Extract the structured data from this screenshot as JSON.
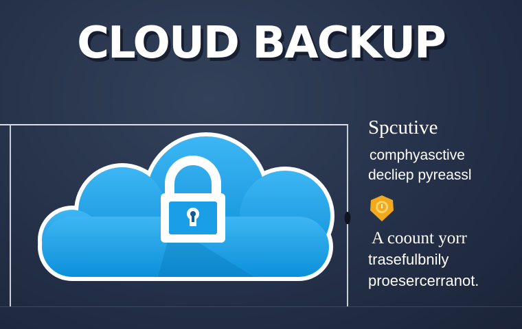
{
  "header": {
    "title": "CLOUD BACKUP"
  },
  "side_panel": {
    "heading": "Spcutive",
    "line1": "comphyasctive",
    "line2": "decliep pyreassl",
    "line3": "A coount yorr",
    "line4": "trasefulbnily",
    "line5": "proesercerranot."
  },
  "icons": {
    "cloud": "cloud-icon",
    "lock": "padlock-icon",
    "badge": "shield-badge-icon"
  },
  "colors": {
    "background": "#253149",
    "cloud": "#0f9ce2",
    "cloud_light": "#32aef0",
    "lock": "#ffffff",
    "badge": "#f3a91c"
  }
}
